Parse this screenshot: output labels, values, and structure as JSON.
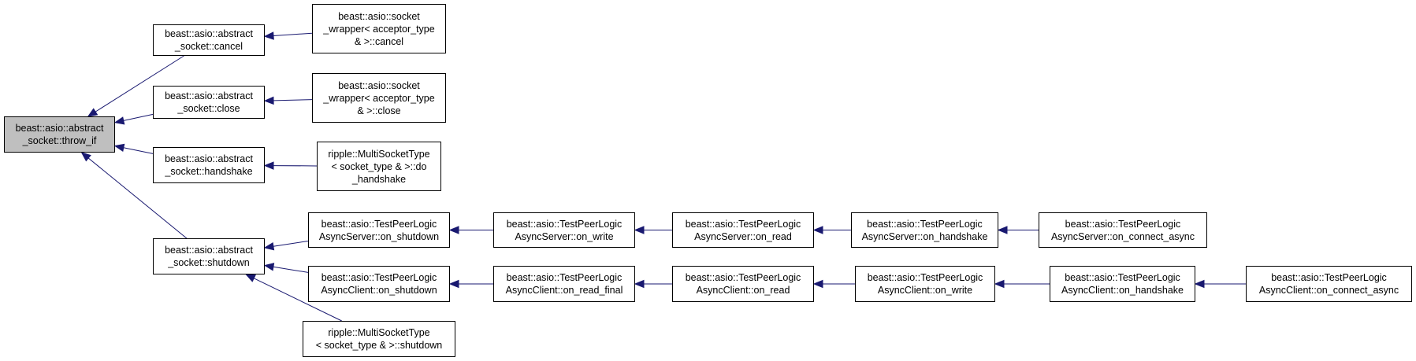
{
  "diagram": {
    "edge_color": "#191970",
    "node_border_color": "#000000",
    "root_fill_color": "#bfbfbf",
    "nodes": {
      "throw_if": "beast::asio::abstract\n_socket::throw_if",
      "cancel": "beast::asio::abstract\n_socket::cancel",
      "close": "beast::asio::abstract\n_socket::close",
      "handshake": "beast::asio::abstract\n_socket::handshake",
      "shutdown": "beast::asio::abstract\n_socket::shutdown",
      "sw_cancel": "beast::asio::socket\n_wrapper< acceptor_type\n& >::cancel",
      "sw_close": "beast::asio::socket\n_wrapper< acceptor_type\n& >::close",
      "mst_do_handshake": "ripple::MultiSocketType\n< socket_type & >::do\n_handshake",
      "srv_on_shutdown": "beast::asio::TestPeerLogic\nAsyncServer::on_shutdown",
      "cli_on_shutdown": "beast::asio::TestPeerLogic\nAsyncClient::on_shutdown",
      "mst_shutdown": "ripple::MultiSocketType\n< socket_type & >::shutdown",
      "srv_on_write": "beast::asio::TestPeerLogic\nAsyncServer::on_write",
      "srv_on_read": "beast::asio::TestPeerLogic\nAsyncServer::on_read",
      "srv_on_handshake": "beast::asio::TestPeerLogic\nAsyncServer::on_handshake",
      "srv_on_connect_async": "beast::asio::TestPeerLogic\nAsyncServer::on_connect_async",
      "cli_on_read_final": "beast::asio::TestPeerLogic\nAsyncClient::on_read_final",
      "cli_on_read": "beast::asio::TestPeerLogic\nAsyncClient::on_read",
      "cli_on_write": "beast::asio::TestPeerLogic\nAsyncClient::on_write",
      "cli_on_handshake": "beast::asio::TestPeerLogic\nAsyncClient::on_handshake",
      "cli_on_connect_async": "beast::asio::TestPeerLogic\nAsyncClient::on_connect_async"
    },
    "edges": [
      [
        "cancel",
        "throw_if"
      ],
      [
        "close",
        "throw_if"
      ],
      [
        "handshake",
        "throw_if"
      ],
      [
        "shutdown",
        "throw_if"
      ],
      [
        "sw_cancel",
        "cancel"
      ],
      [
        "sw_close",
        "close"
      ],
      [
        "mst_do_handshake",
        "handshake"
      ],
      [
        "srv_on_shutdown",
        "shutdown"
      ],
      [
        "cli_on_shutdown",
        "shutdown"
      ],
      [
        "mst_shutdown",
        "shutdown"
      ],
      [
        "srv_on_write",
        "srv_on_shutdown"
      ],
      [
        "srv_on_read",
        "srv_on_write"
      ],
      [
        "srv_on_handshake",
        "srv_on_read"
      ],
      [
        "srv_on_connect_async",
        "srv_on_handshake"
      ],
      [
        "cli_on_read_final",
        "cli_on_shutdown"
      ],
      [
        "cli_on_read",
        "cli_on_read_final"
      ],
      [
        "cli_on_write",
        "cli_on_read"
      ],
      [
        "cli_on_handshake",
        "cli_on_write"
      ],
      [
        "cli_on_connect_async",
        "cli_on_handshake"
      ]
    ]
  }
}
